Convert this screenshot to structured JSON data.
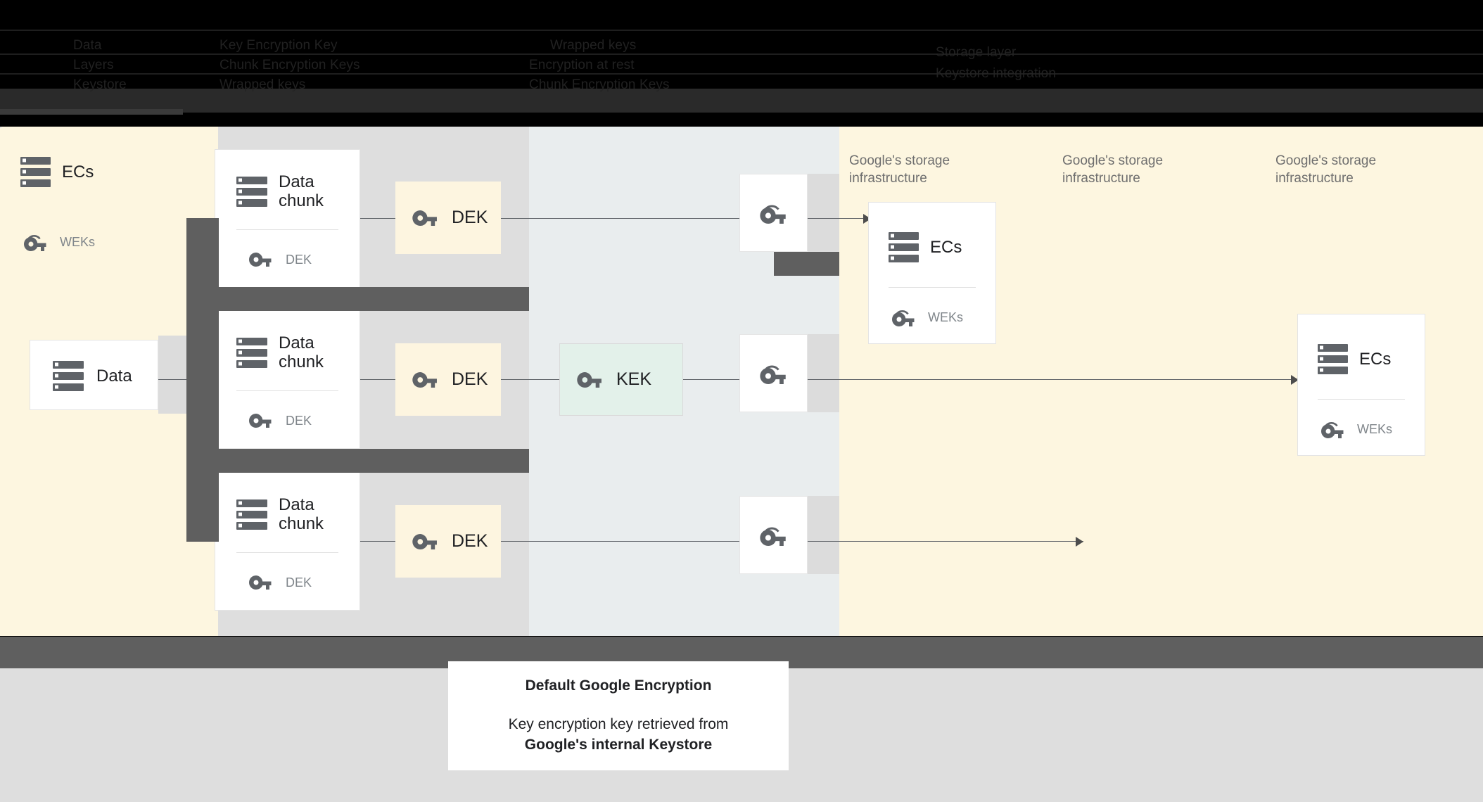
{
  "legend": {
    "obscured": true,
    "rows": [
      {
        "c1": "Data",
        "c2": "Key Encryption Key",
        "c3": "Wrapped keys"
      },
      {
        "c1": "Layers",
        "c2": "Chunk Encryption Keys",
        "c3": "Storage layer"
      },
      {
        "c1": "Keystore",
        "c2": "Encryption at rest",
        "c3": "Keystore integration"
      }
    ],
    "note": "Legend text is rendered dark-on-black and is not legible in the source image"
  },
  "diagram": {
    "type": "flow",
    "source": {
      "label": "Data",
      "icon": "server-icon"
    },
    "chunks": [
      {
        "title": "Data chunk",
        "key_label": "DEK",
        "icon": "server-icon",
        "key_icon": "key-icon"
      },
      {
        "title": "Data chunk",
        "key_label": "DEK",
        "icon": "server-icon",
        "key_icon": "key-icon"
      },
      {
        "title": "Data chunk",
        "key_label": "DEK",
        "icon": "server-icon",
        "key_icon": "key-icon"
      }
    ],
    "deks": [
      {
        "label": "DEK",
        "icon": "key-icon"
      },
      {
        "label": "DEK",
        "icon": "key-icon"
      },
      {
        "label": "DEK",
        "icon": "key-icon"
      }
    ],
    "kek": {
      "label": "KEK",
      "icon": "key-icon"
    },
    "wrapped_keys": [
      {
        "icon": "wrapped-key-icon"
      },
      {
        "icon": "wrapped-key-icon"
      },
      {
        "icon": "wrapped-key-icon"
      }
    ],
    "storage_labels": [
      "Google's storage infrastructure",
      "Google's storage infrastructure",
      "Google's storage infrastructure"
    ],
    "storage_cards": [
      {
        "title": "ECs",
        "key_label": "WEKs",
        "icon": "server-icon",
        "key_icon": "wrapped-key-icon"
      },
      {
        "title": "ECs",
        "key_label": "WEKs",
        "icon": "server-icon",
        "key_icon": "wrapped-key-icon"
      },
      {
        "title": "ECs",
        "key_label": "WEKs",
        "icon": "server-icon",
        "key_icon": "wrapped-key-icon"
      }
    ]
  },
  "caption": {
    "title": "Default Google Encryption",
    "line1": "Key encryption key retrieved from",
    "line2": "Google's internal Keystore"
  },
  "colors": {
    "cream": "#fdf6e0",
    "gray_column": "#dedede",
    "bluegray_column": "#e9edee",
    "kek_green": "#e3f1ea",
    "dek_cream": "#fdf5e0",
    "redaction": "#5f5f5f",
    "icon_gray": "#5f6368",
    "label_gray": "#6e6e6e"
  }
}
